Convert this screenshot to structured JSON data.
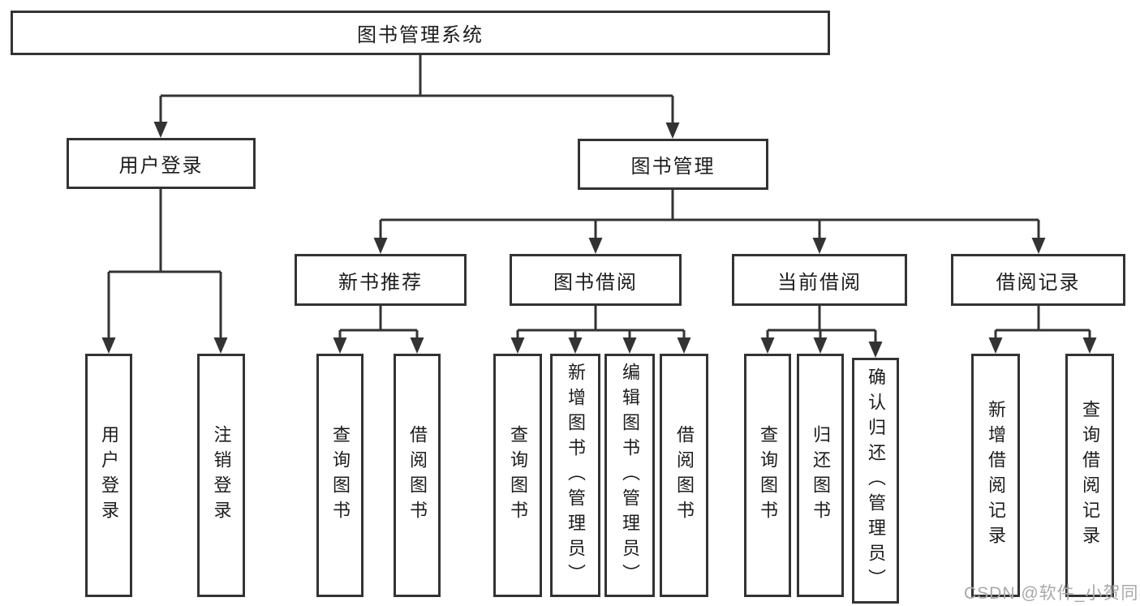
{
  "diagram_title": "图书管理系统",
  "nodes": {
    "root": "图书管理系统",
    "user_login": "用户登录",
    "book_management": "图书管理",
    "new_book_recommend": "新书推荐",
    "book_borrow": "图书借阅",
    "current_borrow": "当前借阅",
    "borrow_record": "借阅记录",
    "user_login_leaf": "用户登录",
    "logout_leaf": "注销登录",
    "query_book_1": "查询图书",
    "borrow_book_1": "借阅图书",
    "query_book_2": "查询图书",
    "add_book_admin": "新增图书（管理员）",
    "edit_book_admin": "编辑图书（管理员）",
    "borrow_book_2": "借阅图书",
    "query_book_3": "查询图书",
    "return_book": "归还图书",
    "confirm_return_admin": "确认归还（管理员）",
    "add_borrow_record": "新增借阅记录",
    "query_borrow_record": "查询借阅记录"
  },
  "hierarchy": {
    "图书管理系统": {
      "用户登录": [
        "用户登录",
        "注销登录"
      ],
      "图书管理": {
        "新书推荐": [
          "查询图书",
          "借阅图书"
        ],
        "图书借阅": [
          "查询图书",
          "新增图书（管理员）",
          "编辑图书（管理员）",
          "借阅图书"
        ],
        "当前借阅": [
          "查询图书",
          "归还图书",
          "确认归还（管理员）"
        ],
        "借阅记录": [
          "新增借阅记录",
          "查询借阅记录"
        ]
      }
    }
  },
  "watermark": {
    "text": "CSDN @软件_小贺同学"
  },
  "colors": {
    "line": "#333333",
    "box_border": "#333333",
    "text": "#1c1c1c",
    "watermark": "#a8a8a8",
    "background": "#ffffff"
  }
}
